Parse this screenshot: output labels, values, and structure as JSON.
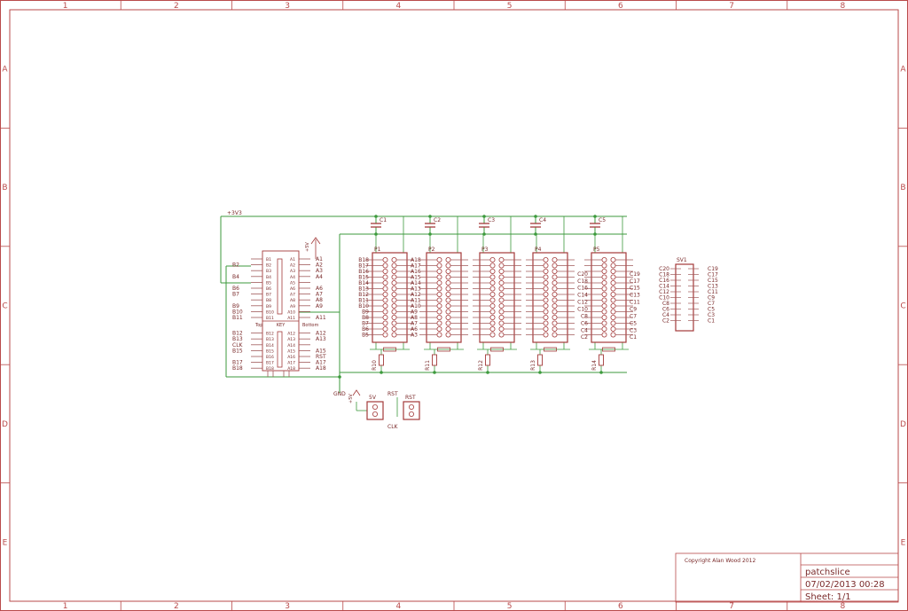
{
  "frame": {
    "columns": [
      "1",
      "2",
      "3",
      "4",
      "5",
      "6",
      "7",
      "8"
    ],
    "rows": [
      "A",
      "B",
      "C",
      "D",
      "E"
    ]
  },
  "title_block": {
    "copyright": "Copyright Alan Wood 2012",
    "name": "patchslice",
    "date": "07/02/2013 00:28",
    "sheet": "Sheet: 1/1"
  },
  "colors": {
    "frame": "#b94a4a",
    "part": "#a33a3a",
    "wire": "#3d9a3d",
    "pin": "#a05a5a",
    "label": "#7a2a2a"
  },
  "nets": {
    "v33": "+3V3",
    "gnd": "GND",
    "v5": "+5V"
  },
  "main_connector": {
    "top_label": "Top",
    "key_label": "KEY",
    "bottom_label": "Bottom",
    "b_pins": [
      "B1",
      "B2",
      "B3",
      "B4",
      "B5",
      "B6",
      "B7",
      "B8",
      "B9",
      "B10",
      "B11",
      "B12",
      "B13",
      "B14",
      "B15",
      "B16",
      "B17",
      "B18"
    ],
    "a_pins": [
      "A1",
      "A2",
      "A3",
      "A4",
      "A5",
      "A6",
      "A7",
      "A8",
      "A9",
      "A10",
      "A11",
      "A12",
      "A13",
      "A14",
      "A15",
      "A16",
      "A17",
      "A18"
    ],
    "left_nets": [
      "",
      "B2",
      "",
      "B4",
      "",
      "B6",
      "B7",
      "",
      "B9",
      "B10",
      "B11",
      "B12",
      "B13",
      "CLK",
      "B15",
      "",
      "B17",
      "B18"
    ],
    "right_nets": [
      "A1",
      "A2",
      "A3",
      "A4",
      "",
      "A6",
      "A7",
      "A8",
      "A9",
      "",
      "A11",
      "A12",
      "A13",
      "",
      "A15",
      "RST",
      "A17",
      "A18"
    ]
  },
  "capacitors": [
    "C1",
    "C2",
    "C3",
    "C4",
    "C5"
  ],
  "resistors": [
    "R10",
    "R11",
    "R12",
    "R13",
    "R14"
  ],
  "patch_headers": [
    {
      "name": "P1",
      "left": [
        "B18",
        "B17",
        "B16",
        "B15",
        "B14",
        "B13",
        "B12",
        "B11",
        "B10",
        "B9",
        "B8",
        "B7",
        "B6",
        "B5"
      ],
      "right": [
        "A18",
        "A17",
        "A16",
        "A15",
        "A14",
        "A13",
        "A12",
        "A11",
        "A10",
        "A9",
        "A8",
        "A7",
        "A6",
        "A3"
      ]
    },
    {
      "name": "P2",
      "left": [],
      "right": []
    },
    {
      "name": "P3",
      "left": [],
      "right": []
    },
    {
      "name": "P4",
      "left": [],
      "right": []
    },
    {
      "name": "P5",
      "left": [
        "C20",
        "C18",
        "C16",
        "C14",
        "C12",
        "C10",
        "C8",
        "C6",
        "C4",
        "C2"
      ],
      "right": [
        "C19",
        "C17",
        "C15",
        "C13",
        "C11",
        "C9",
        "C7",
        "C5",
        "C3",
        "C1"
      ]
    }
  ],
  "sv1": {
    "name": "SV1",
    "left": [
      "C20",
      "C18",
      "C16",
      "C14",
      "C12",
      "C10",
      "C8",
      "C6",
      "C4",
      "C2"
    ],
    "right": [
      "C19",
      "C17",
      "C15",
      "C13",
      "C11",
      "C9",
      "C7",
      "C5",
      "C3",
      "C1"
    ]
  },
  "jumpers": [
    {
      "name": "5V"
    },
    {
      "name": "RST",
      "top": "RST",
      "bottom": "CLK"
    }
  ]
}
